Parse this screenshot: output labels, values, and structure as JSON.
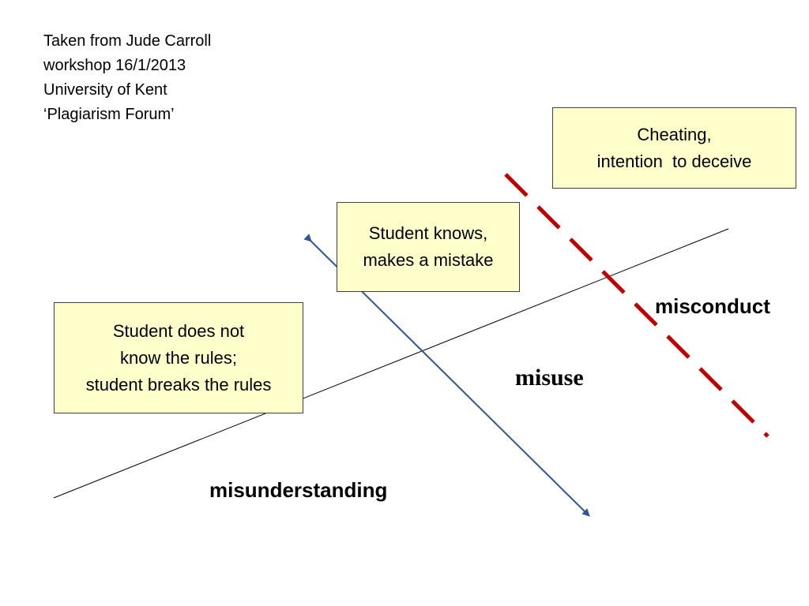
{
  "credit": {
    "lines": [
      "Taken from Jude Carroll",
      "workshop 16/1/2013",
      "University of Kent",
      "‘Plagiarism Forum’"
    ]
  },
  "boxes": {
    "cheating": {
      "lines": [
        "Cheating,",
        "intention  to deceive"
      ]
    },
    "student_knows": {
      "lines": [
        "Student knows,",
        "makes a mistake"
      ]
    },
    "student_does_not_know": {
      "lines": [
        "Student does not",
        "know the rules;",
        "student breaks the rules"
      ]
    }
  },
  "labels": {
    "misconduct": "misconduct",
    "misuse": "misuse",
    "misunderstanding": "misunderstanding"
  },
  "colors": {
    "box_fill": "#ffffcc",
    "box_border": "#404040",
    "arrow": "#2f5597",
    "dashed_line": "#c00000",
    "thin_line": "#000000"
  }
}
